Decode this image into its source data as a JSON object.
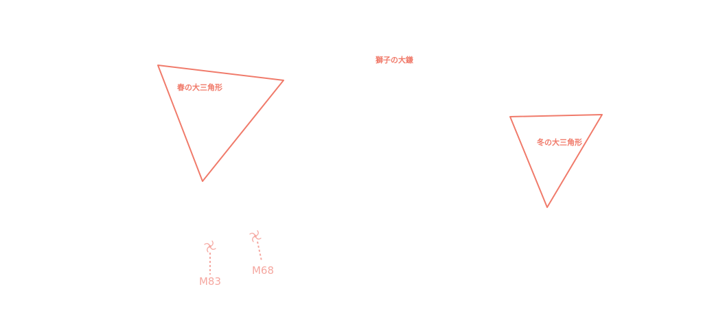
{
  "colors": {
    "asterism": "#f07a6a",
    "galaxy": "#f5a7a0",
    "background": "#ffffff"
  },
  "asterisms": [
    {
      "id": "spring",
      "label": "春の大三角形"
    },
    {
      "id": "winter",
      "label": "冬の大三角形"
    },
    {
      "id": "sickle",
      "label": "獅子の大鎌"
    }
  ],
  "galaxies": [
    {
      "id": "m83",
      "label": "M83",
      "icon": "spiral-galaxy-icon"
    },
    {
      "id": "m68",
      "label": "M68",
      "icon": "spiral-galaxy-icon"
    }
  ]
}
